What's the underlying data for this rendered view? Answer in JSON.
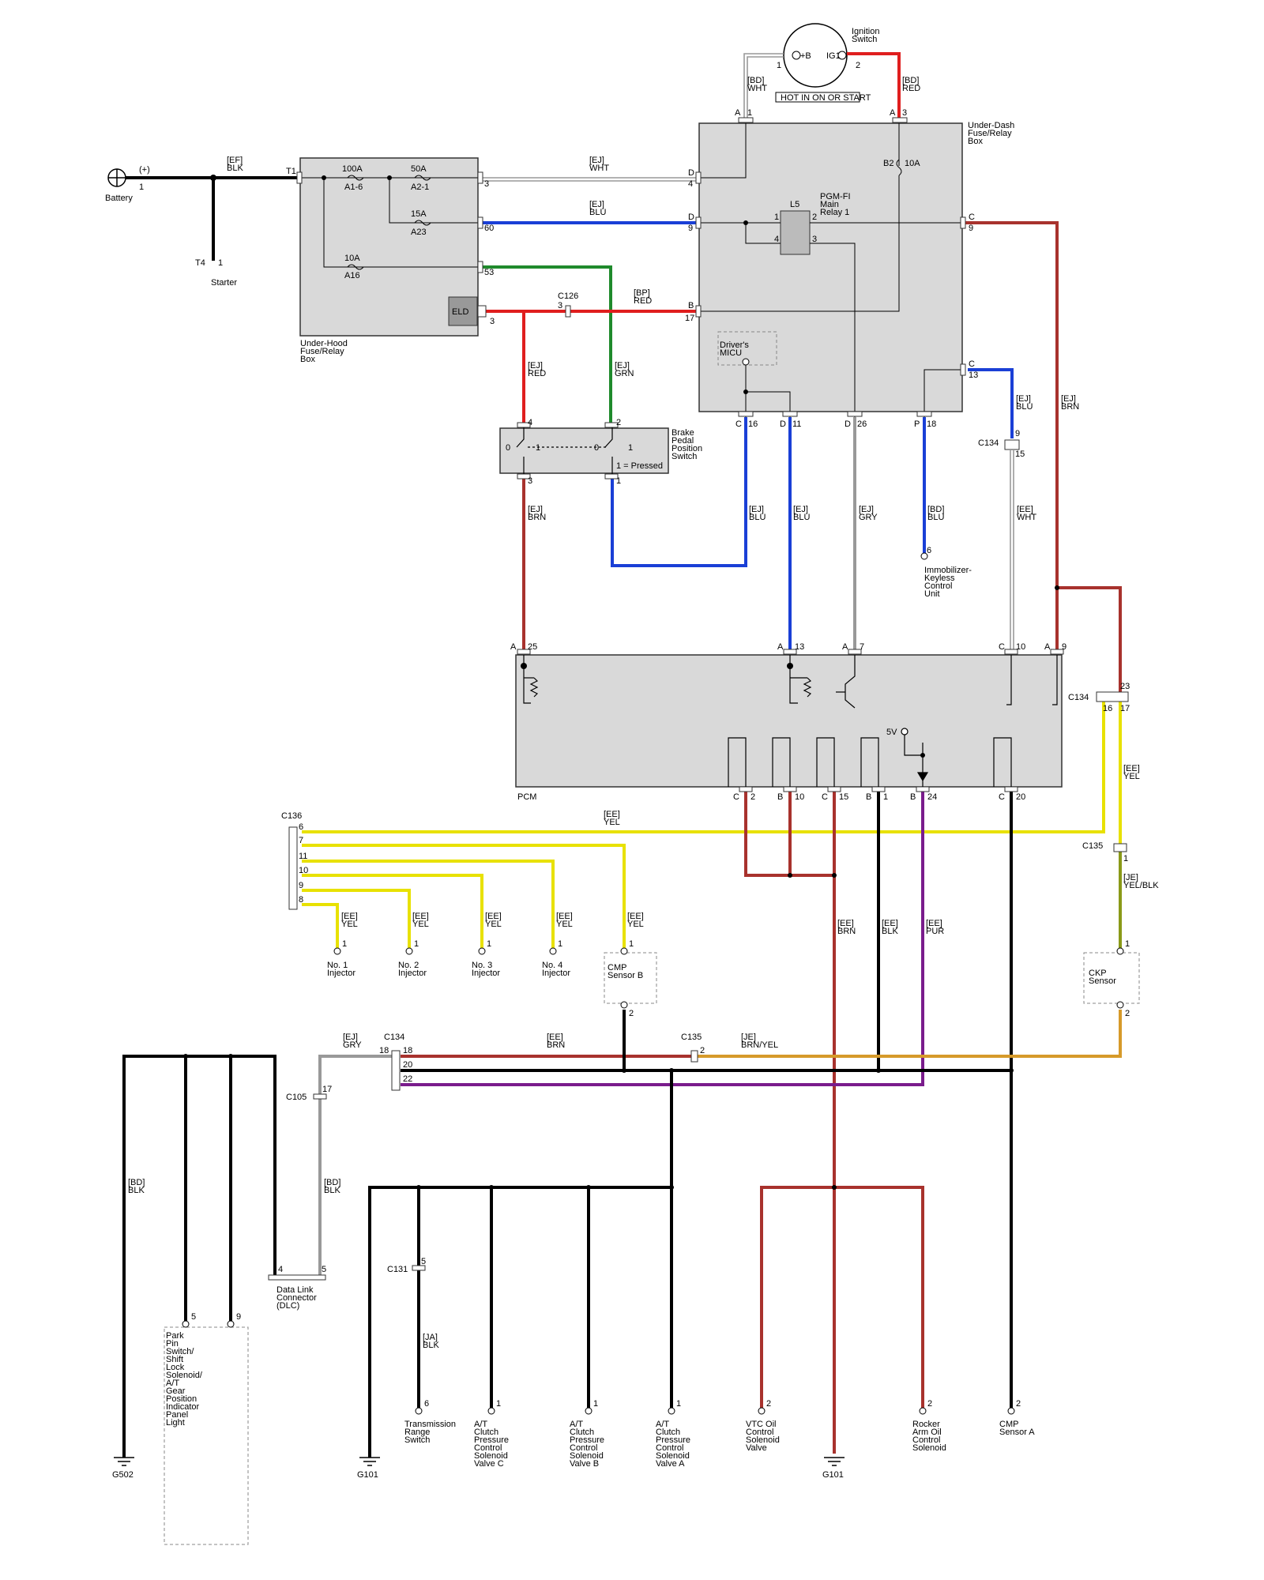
{
  "colors": {
    "BLK": "#000000",
    "WHT": "#9a9a9a",
    "BLU": "#1a3fd6",
    "RED": "#e01e1e",
    "GRN": "#1f8a2c",
    "BRN": "#a8322d",
    "GRY": "#999999",
    "YEL": "#e8e100",
    "PUR": "#7a1c8c",
    "BRNYEL": "#d69a2a",
    "YELBLK": "#8a9a18"
  },
  "components": {
    "battery": {
      "label": "Battery",
      "polarity": "(+)",
      "pin": "1"
    },
    "starter": {
      "label": "Starter",
      "connector": "T4",
      "pin": "1"
    },
    "under_hood_box": {
      "label": [
        "Under-Hood",
        "Fuse/Relay",
        "Box"
      ],
      "terminal": "T1"
    },
    "under_dash_box": {
      "label": [
        "Under-Dash",
        "Fuse/Relay",
        "Box"
      ]
    },
    "ignition_switch": {
      "label": [
        "Ignition",
        "Switch"
      ],
      "pos_b": "+B",
      "ig1": "IG1",
      "pin1": "1",
      "pin2": "2",
      "note": "HOT IN ON OR START"
    },
    "relay": {
      "name": "L5",
      "label": [
        "PGM-FI",
        "Main",
        "Relay 1"
      ]
    },
    "micu": {
      "label": [
        "Driver's",
        "MICU"
      ]
    },
    "brake_switch": {
      "label": [
        "Brake",
        "Pedal",
        "Position",
        "Switch"
      ],
      "note": "1 = Pressed"
    },
    "pcm": {
      "label": "PCM",
      "vref": "5V"
    },
    "elD": {
      "label": "ELD"
    },
    "immobilizer": {
      "label": [
        "Immobilizer-",
        "Keyless",
        "Control",
        "Unit"
      ]
    },
    "dlc": {
      "label": [
        "Data Link",
        "Connector",
        "(DLC)"
      ]
    },
    "park_pin": {
      "label": [
        "Park",
        "Pin",
        "Switch/",
        "Shift",
        "Lock",
        "Solenoid/",
        "A/T",
        "Gear",
        "Position",
        "Indicator",
        "Panel",
        "Light"
      ]
    },
    "ckp": {
      "label": [
        "CKP",
        "Sensor"
      ]
    },
    "cmp_b": {
      "label": [
        "CMP",
        "Sensor B"
      ]
    },
    "cmp_a": {
      "label": [
        "CMP",
        "Sensor A"
      ]
    },
    "injectors": [
      {
        "label": [
          "No. 1",
          "Injector"
        ]
      },
      {
        "label": [
          "No. 2",
          "Injector"
        ]
      },
      {
        "label": [
          "No. 3",
          "Injector"
        ]
      },
      {
        "label": [
          "No. 4",
          "Injector"
        ]
      }
    ],
    "bottom_loads": [
      {
        "label": [
          "Transmission",
          "Range",
          "Switch"
        ],
        "pin": "6"
      },
      {
        "label": [
          "A/T",
          "Clutch",
          "Pressure",
          "Control",
          "Solenoid",
          "Valve C"
        ],
        "pin": "1"
      },
      {
        "label": [
          "A/T",
          "Clutch",
          "Pressure",
          "Control",
          "Solenoid",
          "Valve B"
        ],
        "pin": "1"
      },
      {
        "label": [
          "A/T",
          "Clutch",
          "Pressure",
          "Control",
          "Solenoid",
          "Valve A"
        ],
        "pin": "1"
      },
      {
        "label": [
          "VTC Oil",
          "Control",
          "Solenoid",
          "Valve"
        ],
        "pin": "2"
      },
      {
        "label": [
          "Rocker",
          "Arm Oil",
          "Control",
          "Solenoid"
        ],
        "pin": "2"
      },
      {
        "label": [
          "CMP",
          "Sensor A"
        ],
        "pin": "2"
      }
    ],
    "grounds": [
      "G502",
      "G101",
      "G101"
    ]
  },
  "fuses": [
    {
      "amp": "100A",
      "id": "A1-6"
    },
    {
      "amp": "50A",
      "id": "A2-1"
    },
    {
      "amp": "15A",
      "id": "A23"
    },
    {
      "amp": "10A",
      "id": "A16"
    },
    {
      "amp": "10A",
      "id": "B2"
    }
  ],
  "wire_labels": {
    "ef_blk": [
      "[EF]",
      "BLK"
    ],
    "ej_wht": [
      "[EJ]",
      "WHT"
    ],
    "ej_blu": [
      "[EJ]",
      "BLU"
    ],
    "bd_wht": [
      "[BD]",
      "WHT"
    ],
    "bd_red": [
      "[BD]",
      "RED"
    ],
    "bp_red": [
      "[BP]",
      "RED"
    ],
    "ej_red": [
      "[EJ]",
      "RED"
    ],
    "ej_grn": [
      "[EJ]",
      "GRN"
    ],
    "ej_blu2": [
      "[EJ]",
      "BLU"
    ],
    "ej_brn_r": [
      "[EJ]",
      "BRN"
    ],
    "ej_brn": [
      "[EJ]",
      "BRN"
    ],
    "ej_blu3": [
      "[EJ]",
      "BLU"
    ],
    "ej_blu4": [
      "[EJ]",
      "BLU"
    ],
    "ej_gry": [
      "[EJ]",
      "GRY"
    ],
    "bd_blu": [
      "[BD]",
      "BLU"
    ],
    "ee_wht": [
      "[EE]",
      "WHT"
    ],
    "ee_yel_top": [
      "[EE]",
      "YEL"
    ],
    "ee_yel_r": [
      "[EE]",
      "YEL"
    ],
    "je_yelblk": [
      "[JE]",
      "YEL/BLK"
    ],
    "ee_yel1": [
      "[EE]",
      "YEL"
    ],
    "ee_yel2": [
      "[EE]",
      "YEL"
    ],
    "ee_yel3": [
      "[EE]",
      "YEL"
    ],
    "ee_yel4": [
      "[EE]",
      "YEL"
    ],
    "ee_yel5": [
      "[EE]",
      "YEL"
    ],
    "ee_brn": [
      "[EE]",
      "BRN"
    ],
    "ee_blk": [
      "[EE]",
      "BLK"
    ],
    "ee_pur": [
      "[EE]",
      "PUR"
    ],
    "ej_gry2": [
      "[EJ]",
      "GRY"
    ],
    "ee_brn2": [
      "[EE]",
      "BRN"
    ],
    "je_brnyel": [
      "[JE]",
      "BRN/YEL"
    ],
    "bd_blk": [
      "[BD]",
      "BLK"
    ],
    "bd_blk2": [
      "[BD]",
      "BLK"
    ],
    "ja_blk": [
      "[JA]",
      "BLK"
    ]
  },
  "connectors": {
    "C126": "C126",
    "C134": "C134",
    "C135": "C135",
    "C136": "C136",
    "C105": "C105",
    "C131": "C131"
  },
  "pins": {
    "t1": "T1",
    "p3": "3",
    "p4": "4",
    "p60": "60",
    "p9": "9",
    "p53": "53",
    "p3e": "3",
    "c126_3": "3",
    "p17": "17",
    "a1": "A",
    "a1n": "1",
    "a3": "A",
    "a3n": "3",
    "d4": "D",
    "d9": "D",
    "c9": "C",
    "b17": "B",
    "c13": "C",
    "p13": "13",
    "c16": "C",
    "n16": "16",
    "d11": "D",
    "n11": "11",
    "d26": "D",
    "n26": "26",
    "p18": "P",
    "n18": "18",
    "c134_9": "9",
    "c134_15": "15",
    "bs4": "4",
    "bs2": "2",
    "bs3": "3",
    "bs1": "1",
    "r1": "1",
    "r2": "2",
    "r3": "3",
    "r4": "4",
    "imm6": "6",
    "pcm_a25": "A",
    "n25": "25",
    "pcm_a13": "A",
    "n13": "13",
    "pcm_a7": "A",
    "n7": "7",
    "pcm_c10": "C",
    "n10": "10",
    "pcm_a9": "A",
    "n9": "9",
    "pcm_c2": "C",
    "n2": "2",
    "pcm_b10": "B",
    "nb10": "10",
    "pcm_c15": "C",
    "n15": "15",
    "pcm_b1": "B",
    "nb1": "1",
    "pcm_b24": "B",
    "n24": "24",
    "pcm_c20": "C",
    "n20": "20",
    "c134_23": "23",
    "c134_16": "16",
    "c134_17": "17",
    "c136_6": "6",
    "c136_7": "7",
    "c136_11": "11",
    "c136_10": "10",
    "c136_9": "9",
    "c136_8": "8",
    "inj1": "1",
    "inj2": "1",
    "inj3": "1",
    "inj4": "1",
    "cmpb1": "1",
    "cmpb2": "2",
    "c135_1": "1",
    "ckp1": "1",
    "ckp2": "2",
    "c134_18": "18",
    "c134_18b": "18",
    "c134_20": "20",
    "c134_22": "22",
    "c135_2": "2",
    "c105_17": "17",
    "dlc4": "4",
    "dlc5": "5",
    "pp5": "5",
    "pp9": "9",
    "c131_5": "5",
    "a1_6": "1",
    "p2": "2",
    "o0a": "0",
    "o1a": "1",
    "o0b": "0",
    "o1b": "1",
    "b2a": "B2",
    "b2amp": "10A"
  }
}
